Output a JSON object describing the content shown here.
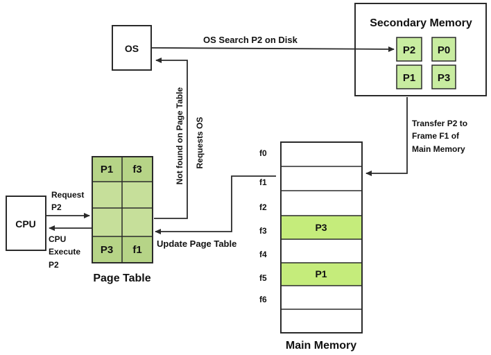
{
  "colors": {
    "background": "#ffffff",
    "stroke": "#2a2a2a",
    "table_fill": "#c6df9a",
    "table_dark": "#a9cb73",
    "frame_highlight": "#c5ec7b",
    "memory_page": "#c8eca0"
  },
  "os": {
    "label": "OS"
  },
  "cpu": {
    "label": "CPU"
  },
  "secondary": {
    "title": "Secondary Memory",
    "pages": [
      "P2",
      "P0",
      "P1",
      "P3"
    ]
  },
  "page_table": {
    "title": "Page Table",
    "rows": [
      [
        "P1",
        "f3"
      ],
      [
        "",
        ""
      ],
      [
        "",
        ""
      ],
      [
        "P3",
        "f1"
      ]
    ]
  },
  "main_memory": {
    "title": "Main Memory",
    "frames": [
      {
        "label": "f0",
        "content": ""
      },
      {
        "label": "f1",
        "content": ""
      },
      {
        "label": "f2",
        "content": ""
      },
      {
        "label": "f3",
        "content": "P3"
      },
      {
        "label": "f4",
        "content": ""
      },
      {
        "label": "f5",
        "content": "P1"
      },
      {
        "label": "f6",
        "content": ""
      }
    ]
  },
  "labels": {
    "os_search": "OS Search P2 on Disk",
    "transfer": [
      "Transfer P2 to",
      "Frame F1 of",
      "Main Memory"
    ],
    "not_found": "Not found on Page Table",
    "requests_os": "Requests OS",
    "request": [
      "Request",
      "P2"
    ],
    "cpu_execute": [
      "CPU",
      "Execute",
      "P2"
    ],
    "update_table": "Update Page Table"
  }
}
